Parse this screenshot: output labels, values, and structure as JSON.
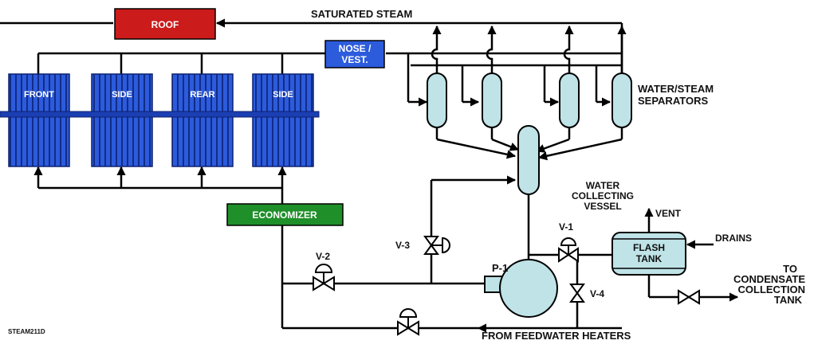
{
  "diagram_id": "STEAM211D",
  "colors": {
    "roof": "#cc1b1b",
    "panel": "#2c5bdc",
    "panel_dark": "#1b3fb2",
    "economizer": "#1f8f2a",
    "vessel": "#bfe3e6",
    "line": "#000000"
  },
  "labels": {
    "roof": "ROOF",
    "saturated_steam": "SATURATED STEAM",
    "nose_vest_line1": "NOSE /",
    "nose_vest_line2": "VEST.",
    "front": "FRONT",
    "side_left": "SIDE",
    "rear": "REAR",
    "side_right": "SIDE",
    "economizer": "ECONOMIZER",
    "separators_line1": "WATER/STEAM",
    "separators_line2": "SEPARATORS",
    "collecting_line1": "WATER",
    "collecting_line2": "COLLECTING",
    "collecting_line3": "VESSEL",
    "vent": "VENT",
    "drains": "DRAINS",
    "flash_line1": "FLASH",
    "flash_line2": "TANK",
    "v1": "V-1",
    "v2": "V-2",
    "v3": "V-3",
    "v4": "V-4",
    "p1": "P-1",
    "to_line1": "TO",
    "to_line2": "CONDENSATE",
    "to_line3": "COLLECTION",
    "to_line4": "TANK",
    "feedwater": "FROM FEEDWATER HEATERS"
  },
  "icons": [
    "gate-valve-icon",
    "globe-valve-icon",
    "pump-icon",
    "arrow-icon"
  ]
}
